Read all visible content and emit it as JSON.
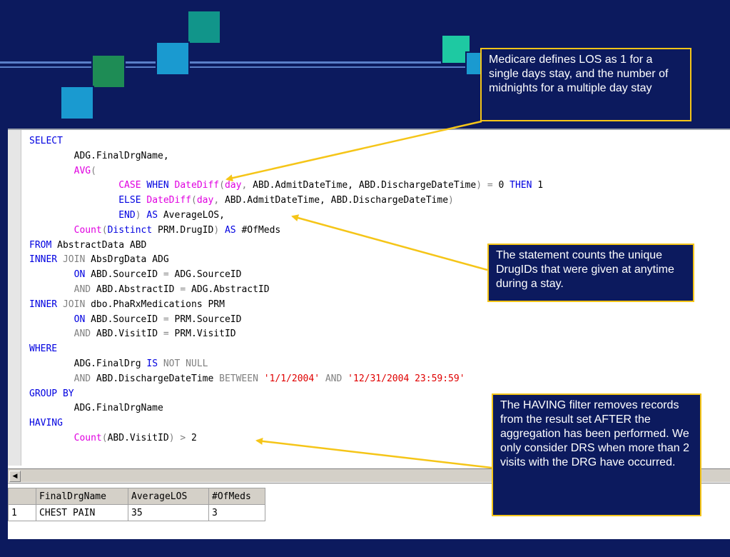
{
  "code": {
    "lines": [
      [
        [
          "k",
          "SELECT"
        ]
      ],
      [
        [
          "n",
          "        ADG.FinalDrgName,"
        ]
      ],
      [
        [
          "n",
          "        "
        ],
        [
          "f",
          "AVG"
        ],
        [
          "g",
          "("
        ]
      ],
      [
        [
          "n",
          "                "
        ],
        [
          "f",
          "CASE"
        ],
        [
          "n",
          " "
        ],
        [
          "k",
          "WHEN"
        ],
        [
          "n",
          " "
        ],
        [
          "f",
          "DateDiff"
        ],
        [
          "g",
          "("
        ],
        [
          "f",
          "day"
        ],
        [
          "g",
          ","
        ],
        [
          "n",
          " ABD.AdmitDateTime, ABD.DischargeDateTime"
        ],
        [
          "g",
          ")"
        ],
        [
          "n",
          " "
        ],
        [
          "g",
          "="
        ],
        [
          "n",
          " 0 "
        ],
        [
          "k",
          "THEN"
        ],
        [
          "n",
          " 1"
        ]
      ],
      [
        [
          "n",
          "                "
        ],
        [
          "k",
          "ELSE"
        ],
        [
          "n",
          " "
        ],
        [
          "f",
          "DateDiff"
        ],
        [
          "g",
          "("
        ],
        [
          "f",
          "day"
        ],
        [
          "g",
          ","
        ],
        [
          "n",
          " ABD.AdmitDateTime, ABD.DischargeDateTime"
        ],
        [
          "g",
          ")"
        ]
      ],
      [
        [
          "n",
          "                "
        ],
        [
          "k",
          "END"
        ],
        [
          "g",
          ")"
        ],
        [
          "n",
          " "
        ],
        [
          "k",
          "AS"
        ],
        [
          "n",
          " AverageLOS,"
        ]
      ],
      [
        [
          "n",
          "        "
        ],
        [
          "f",
          "Count"
        ],
        [
          "g",
          "("
        ],
        [
          "k",
          "Distinct"
        ],
        [
          "n",
          " PRM.DrugID"
        ],
        [
          "g",
          ")"
        ],
        [
          "n",
          " "
        ],
        [
          "k",
          "AS"
        ],
        [
          "n",
          " #OfMeds"
        ]
      ],
      [
        [
          "k",
          "FROM"
        ],
        [
          "n",
          " AbstractData ABD"
        ]
      ],
      [
        [
          "k",
          "INNER"
        ],
        [
          "n",
          " "
        ],
        [
          "g",
          "JOIN"
        ],
        [
          "n",
          " AbsDrgData ADG"
        ]
      ],
      [
        [
          "n",
          "        "
        ],
        [
          "k",
          "ON"
        ],
        [
          "n",
          " ABD.SourceID "
        ],
        [
          "g",
          "="
        ],
        [
          "n",
          " ADG.SourceID"
        ]
      ],
      [
        [
          "n",
          "        "
        ],
        [
          "g",
          "AND"
        ],
        [
          "n",
          " ABD.AbstractID "
        ],
        [
          "g",
          "="
        ],
        [
          "n",
          " ADG.AbstractID"
        ]
      ],
      [
        [
          "k",
          "INNER"
        ],
        [
          "n",
          " "
        ],
        [
          "g",
          "JOIN"
        ],
        [
          "n",
          " dbo.PhaRxMedications PRM"
        ]
      ],
      [
        [
          "n",
          "        "
        ],
        [
          "k",
          "ON"
        ],
        [
          "n",
          " ABD.SourceID "
        ],
        [
          "g",
          "="
        ],
        [
          "n",
          " PRM.SourceID"
        ]
      ],
      [
        [
          "n",
          "        "
        ],
        [
          "g",
          "AND"
        ],
        [
          "n",
          " ABD.VisitID "
        ],
        [
          "g",
          "="
        ],
        [
          "n",
          " PRM.VisitID"
        ]
      ],
      [
        [
          "k",
          "WHERE"
        ]
      ],
      [
        [
          "n",
          "        ADG.FinalDrg "
        ],
        [
          "k",
          "IS"
        ],
        [
          "n",
          " "
        ],
        [
          "g",
          "NOT NULL"
        ]
      ],
      [
        [
          "n",
          "        "
        ],
        [
          "g",
          "AND"
        ],
        [
          "n",
          " ABD.DischargeDateTime "
        ],
        [
          "g",
          "BETWEEN"
        ],
        [
          "n",
          " "
        ],
        [
          "s",
          "'1/1/2004'"
        ],
        [
          "n",
          " "
        ],
        [
          "g",
          "AND"
        ],
        [
          "n",
          " "
        ],
        [
          "s",
          "'12/31/2004 23:59:59'"
        ]
      ],
      [
        [
          "k",
          "GROUP BY"
        ]
      ],
      [
        [
          "n",
          "        ADG.FinalDrgName"
        ]
      ],
      [
        [
          "k",
          "HAVING"
        ]
      ],
      [
        [
          "n",
          "        "
        ],
        [
          "f",
          "Count"
        ],
        [
          "g",
          "("
        ],
        [
          "n",
          "ABD.VisitID"
        ],
        [
          "g",
          ")"
        ],
        [
          "n",
          " "
        ],
        [
          "g",
          ">"
        ],
        [
          "n",
          " 2"
        ]
      ]
    ]
  },
  "results": {
    "headers": [
      "FinalDrgName",
      "AverageLOS",
      "#OfMeds"
    ],
    "rows": [
      {
        "row_number": "1",
        "cells": [
          "CHEST PAIN",
          "35",
          "3"
        ]
      }
    ]
  },
  "callouts": {
    "medicare": "Medicare defines LOS as 1 for a single days stay, and the number of midnights for a multiple day stay",
    "count": "The statement counts the unique DrugIDs that were given at anytime during a stay.",
    "having": "The HAVING filter removes records from the result set AFTER the aggregation has been performed.  We only consider DRS when more than 2 visits with the DRG have occurred."
  },
  "colors": {
    "background": "#0c1a5e",
    "callout_border": "#f5c518",
    "arrow": "#f5c518",
    "keyword": "#0000e0",
    "function": "#e000e0",
    "string": "#e00000",
    "operator": "#808080"
  }
}
